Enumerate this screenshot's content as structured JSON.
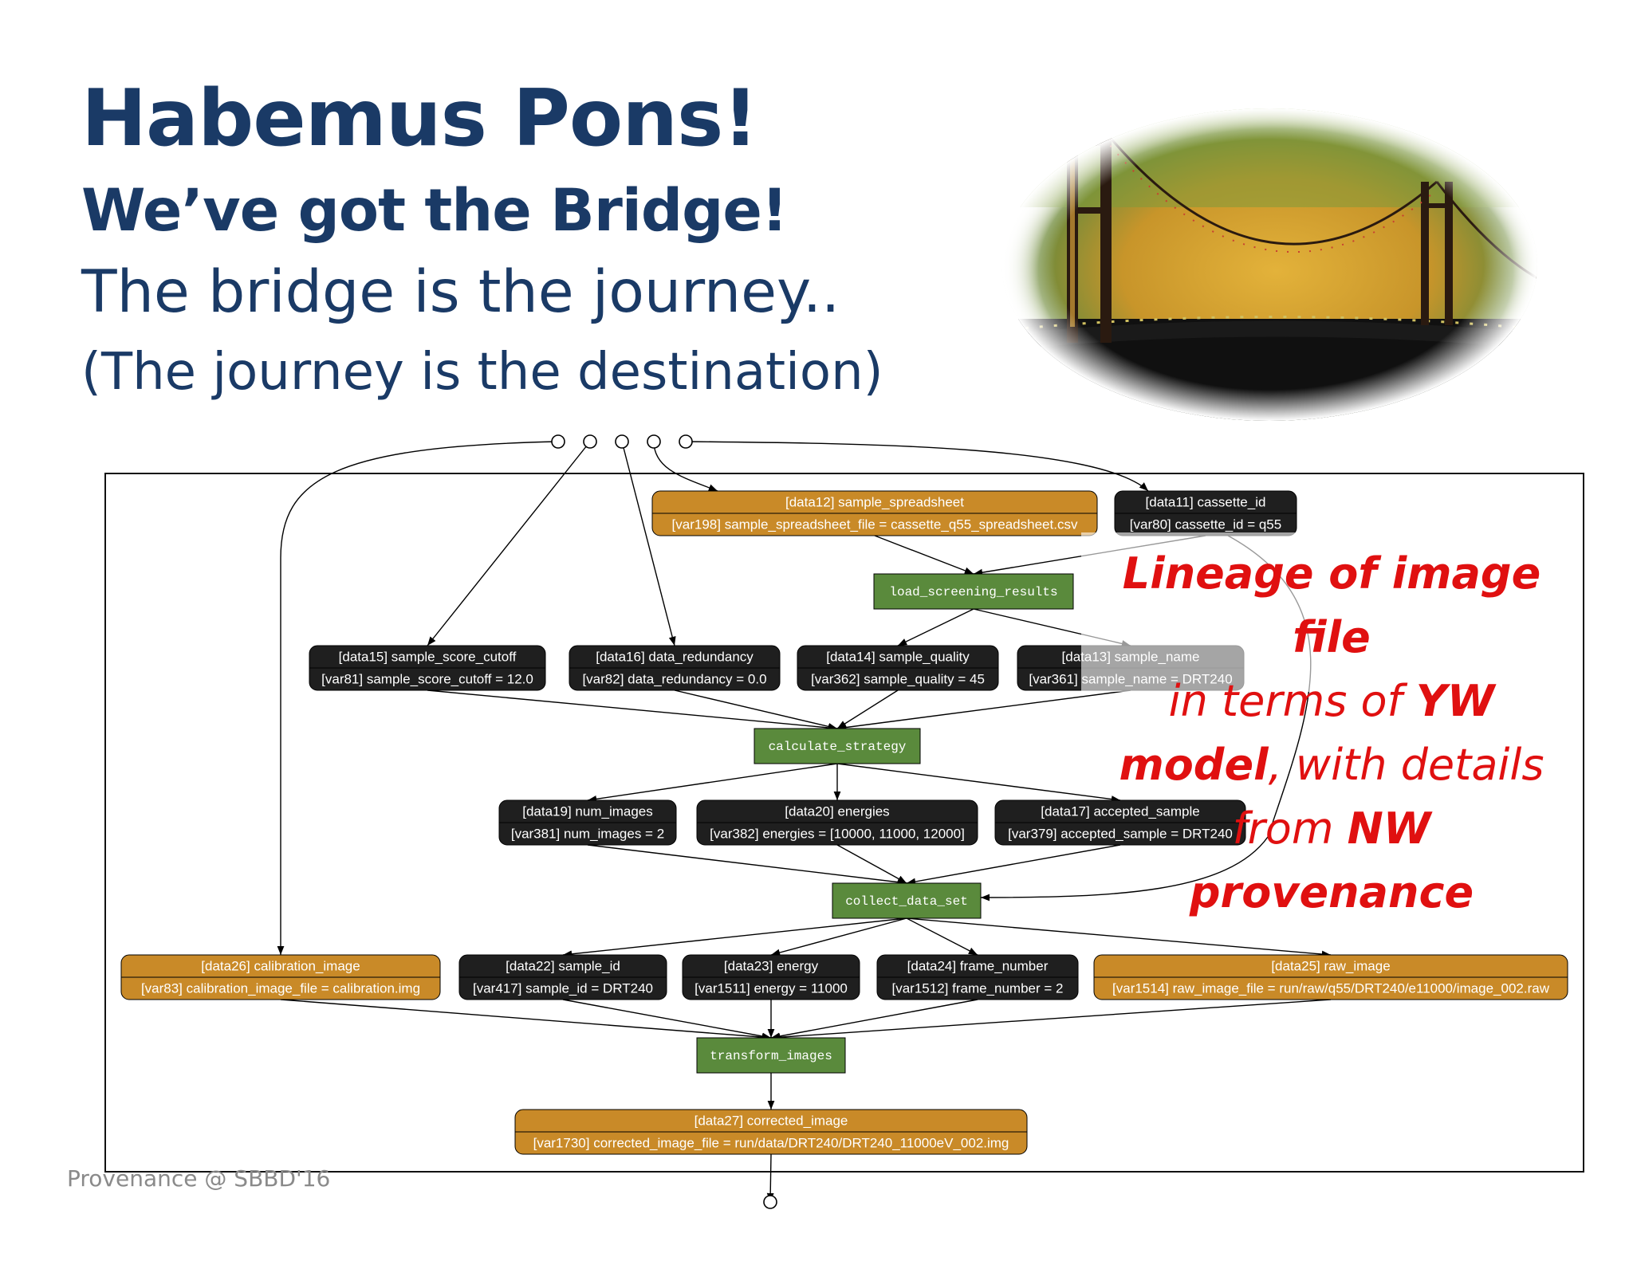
{
  "slide": {
    "title": "Habemus Pons!",
    "subtitle": "We’ve got the Bridge!",
    "line3": "The bridge is the journey..",
    "line4": "(The journey is the destination)",
    "footer": "Provenance @ SBBD'16"
  },
  "callout": {
    "part1": "Lineage of image file",
    "part2": "in terms of ",
    "part3": "YW",
    "part4": "model",
    "part5": ", with details",
    "part6": "from ",
    "part7": "NW provenance",
    "color": "#e01010"
  },
  "colors": {
    "data_orange": "#c98a28",
    "data_black": "#1f1f1f",
    "process_green": "#5a8a3c",
    "title_blue": "#1a3a66"
  },
  "diagram": {
    "data_nodes": [
      {
        "id": "data12",
        "line1": "[data12] sample_spreadsheet",
        "line2": "[var198] sample_spreadsheet_file = cassette_q55_spreadsheet.csv",
        "style": "orange"
      },
      {
        "id": "data11",
        "line1": "[data11] cassette_id",
        "line2": "[var80] cassette_id = q55",
        "style": "black"
      },
      {
        "id": "data15",
        "line1": "[data15] sample_score_cutoff",
        "line2": "[var81] sample_score_cutoff = 12.0",
        "style": "black"
      },
      {
        "id": "data16",
        "line1": "[data16] data_redundancy",
        "line2": "[var82] data_redundancy = 0.0",
        "style": "black"
      },
      {
        "id": "data14",
        "line1": "[data14] sample_quality",
        "line2": "[var362] sample_quality = 45",
        "style": "black"
      },
      {
        "id": "data13",
        "line1": "[data13] sample_name",
        "line2": "[var361] sample_name = DRT240",
        "style": "black"
      },
      {
        "id": "data19",
        "line1": "[data19] num_images",
        "line2": "[var381] num_images = 2",
        "style": "black"
      },
      {
        "id": "data20",
        "line1": "[data20] energies",
        "line2": "[var382] energies = [10000, 11000, 12000]",
        "style": "black"
      },
      {
        "id": "data17",
        "line1": "[data17] accepted_sample",
        "line2": "[var379] accepted_sample = DRT240",
        "style": "black"
      },
      {
        "id": "data26",
        "line1": "[data26] calibration_image",
        "line2": "[var83] calibration_image_file = calibration.img",
        "style": "orange"
      },
      {
        "id": "data22",
        "line1": "[data22] sample_id",
        "line2": "[var417] sample_id = DRT240",
        "style": "black"
      },
      {
        "id": "data23",
        "line1": "[data23] energy",
        "line2": "[var1511] energy = 11000",
        "style": "black"
      },
      {
        "id": "data24",
        "line1": "[data24] frame_number",
        "line2": "[var1512] frame_number = 2",
        "style": "black"
      },
      {
        "id": "data25",
        "line1": "[data25] raw_image",
        "line2": "[var1514] raw_image_file = run/raw/q55/DRT240/e11000/image_002.raw",
        "style": "orange"
      },
      {
        "id": "data27",
        "line1": "[data27] corrected_image",
        "line2": "[var1730] corrected_image_file = run/data/DRT240/DRT240_11000eV_002.img",
        "style": "orange"
      }
    ],
    "process_nodes": [
      {
        "id": "load",
        "label": "load_screening_results"
      },
      {
        "id": "calc",
        "label": "calculate_strategy"
      },
      {
        "id": "collect",
        "label": "collect_data_set"
      },
      {
        "id": "transform",
        "label": "transform_images"
      }
    ],
    "edges": [
      [
        "in1",
        "data26"
      ],
      [
        "in2",
        "data15"
      ],
      [
        "in3",
        "data16"
      ],
      [
        "in4",
        "data12"
      ],
      [
        "in5",
        "data11"
      ],
      [
        "data12",
        "load"
      ],
      [
        "data11",
        "load"
      ],
      [
        "load",
        "data14"
      ],
      [
        "load",
        "data13"
      ],
      [
        "data15",
        "calc"
      ],
      [
        "data16",
        "calc"
      ],
      [
        "data14",
        "calc"
      ],
      [
        "data13",
        "calc"
      ],
      [
        "calc",
        "data19"
      ],
      [
        "calc",
        "data20"
      ],
      [
        "calc",
        "data17"
      ],
      [
        "data19",
        "collect"
      ],
      [
        "data20",
        "collect"
      ],
      [
        "data17",
        "collect"
      ],
      [
        "data11",
        "collect"
      ],
      [
        "collect",
        "data22"
      ],
      [
        "collect",
        "data23"
      ],
      [
        "collect",
        "data24"
      ],
      [
        "collect",
        "data25"
      ],
      [
        "data26",
        "transform"
      ],
      [
        "data22",
        "transform"
      ],
      [
        "data23",
        "transform"
      ],
      [
        "data24",
        "transform"
      ],
      [
        "data25",
        "transform"
      ],
      [
        "transform",
        "data27"
      ],
      [
        "data27",
        "out"
      ]
    ]
  }
}
